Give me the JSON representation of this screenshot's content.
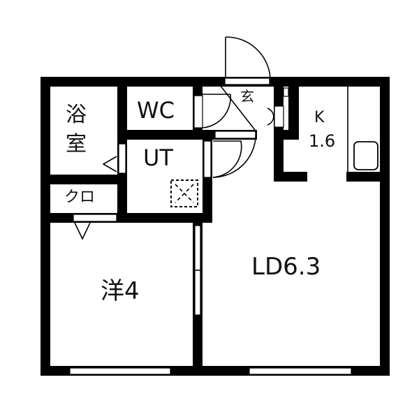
{
  "floorplan": {
    "rooms": {
      "bath": {
        "line1": "浴",
        "line2": "室"
      },
      "wc": "WC",
      "ut": "UT",
      "closet": "クロ",
      "entrance": "玄",
      "kitchen": {
        "name": "K",
        "size": "1.6"
      },
      "living_dining": "LD6.3",
      "western_room": "洋4"
    },
    "colors": {
      "wall": "#000000",
      "background": "#ffffff"
    }
  }
}
